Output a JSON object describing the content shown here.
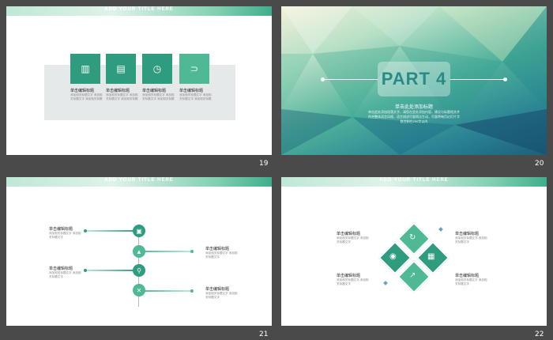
{
  "slides": [
    {
      "number": "19",
      "header": "ADD YOUR TITLE HERE",
      "items": [
        {
          "title": "单击编辑标题",
          "desc": "添加相关标题文字 添加相关标题文字 添加相关标题"
        },
        {
          "title": "单击编辑标题",
          "desc": "添加相关标题文字 添加相关标题文字 添加相关标题"
        },
        {
          "title": "单击编辑标题",
          "desc": "添加相关标题文字 添加相关标题文字 添加相关标题"
        },
        {
          "title": "单击编辑标题",
          "desc": "添加相关标题文字 添加相关标题文字 添加相关标题"
        }
      ]
    },
    {
      "number": "20",
      "part": "PART 4",
      "subtitle": "单击此处添加标题",
      "body": "单击此处添加段落文字，请您在此处添加内容，建议与标题相关并符合整体语言风格，语言描述尽量简洁生动，尽量将每页幻灯片字数控制在200字以内"
    },
    {
      "number": "21",
      "header": "ADD YOUR TITLE HERE",
      "items": [
        {
          "title": "单击编辑标题",
          "desc": "添加相关标题文字 添加相关标题文字"
        },
        {
          "title": "单击编辑标题",
          "desc": "添加相关标题文字 添加相关标题文字"
        },
        {
          "title": "单击编辑标题",
          "desc": "添加相关标题文字 添加相关标题文字"
        },
        {
          "title": "单击编辑标题",
          "desc": "添加相关标题文字 添加相关标题文字"
        }
      ]
    },
    {
      "number": "22",
      "header": "ADD YOUR TITLE HERE",
      "items": [
        {
          "title": "单击编辑标题",
          "desc": "添加相关标题文字 添加相关标题文字"
        },
        {
          "title": "单击编辑标题",
          "desc": "添加相关标题文字 添加相关标题文字"
        },
        {
          "title": "单击编辑标题",
          "desc": "添加相关标题文字 添加相关标题文字"
        },
        {
          "title": "单击编辑标题",
          "desc": "添加相关标题文字 添加相关标题文字"
        }
      ]
    }
  ],
  "colors": {
    "accent": "#2f9c80",
    "accent_light": "#7fcfb0",
    "panel": "#e6e9ea",
    "background": "#4a4a4a"
  }
}
